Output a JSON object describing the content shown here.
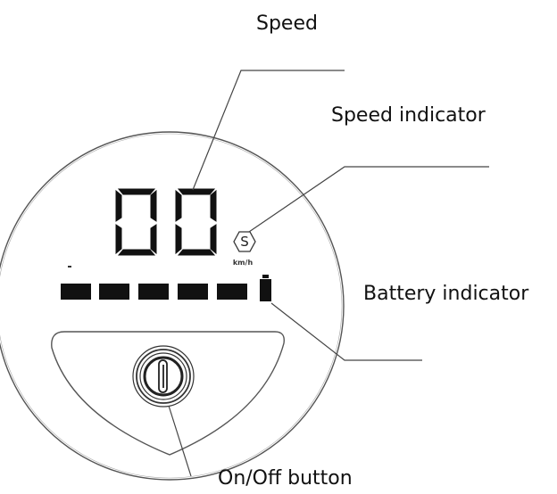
{
  "labels": {
    "speed": "Speed",
    "speed_indicator": "Speed indicator",
    "battery_indicator": "Battery indicator",
    "onoff_button": "On/Off button"
  },
  "display": {
    "digits": "00",
    "speed_mode_letter": "S",
    "unit": "km/h",
    "battery_segments": 5
  },
  "icons": {
    "power": "power-button-icon",
    "battery": "battery-icon"
  },
  "colors": {
    "line": "#444444",
    "segment": "#111111"
  }
}
